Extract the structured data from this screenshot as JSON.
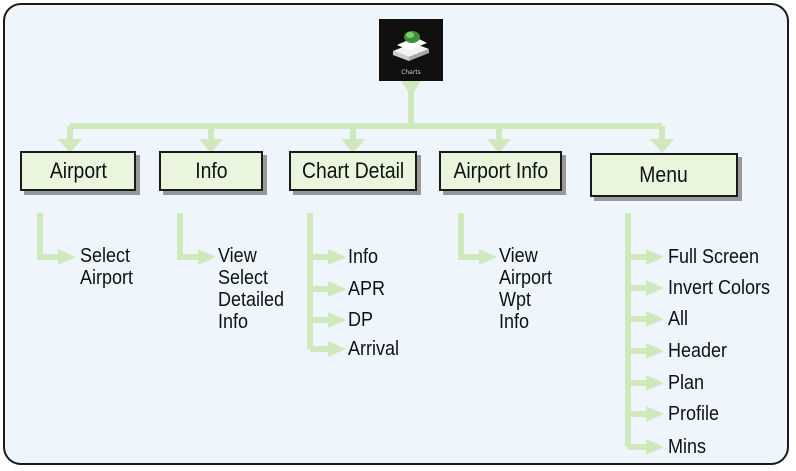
{
  "root": {
    "icon": "charts-icon",
    "caption": "Charts"
  },
  "colors": {
    "connector": "#cfe9bd",
    "node_fill": "#e9f6dd",
    "panel": "#eef6fb"
  },
  "categories": [
    {
      "id": "airport",
      "label": "Airport",
      "items": [
        "Select",
        "Airport"
      ]
    },
    {
      "id": "info",
      "label": "Info",
      "items": [
        "View",
        "Select",
        "Detailed",
        "Info"
      ]
    },
    {
      "id": "chart-detail",
      "label": "Chart Detail",
      "items": [
        "Info",
        "APR",
        "DP",
        "Arrival"
      ]
    },
    {
      "id": "airport-info",
      "label": "Airport Info",
      "items": [
        "View",
        "Airport",
        "Wpt",
        "Info"
      ]
    },
    {
      "id": "menu",
      "label": "Menu",
      "items": [
        "Full Screen",
        "Invert Colors",
        "All",
        "Header",
        "Plan",
        "Profile",
        "Mins"
      ]
    }
  ]
}
